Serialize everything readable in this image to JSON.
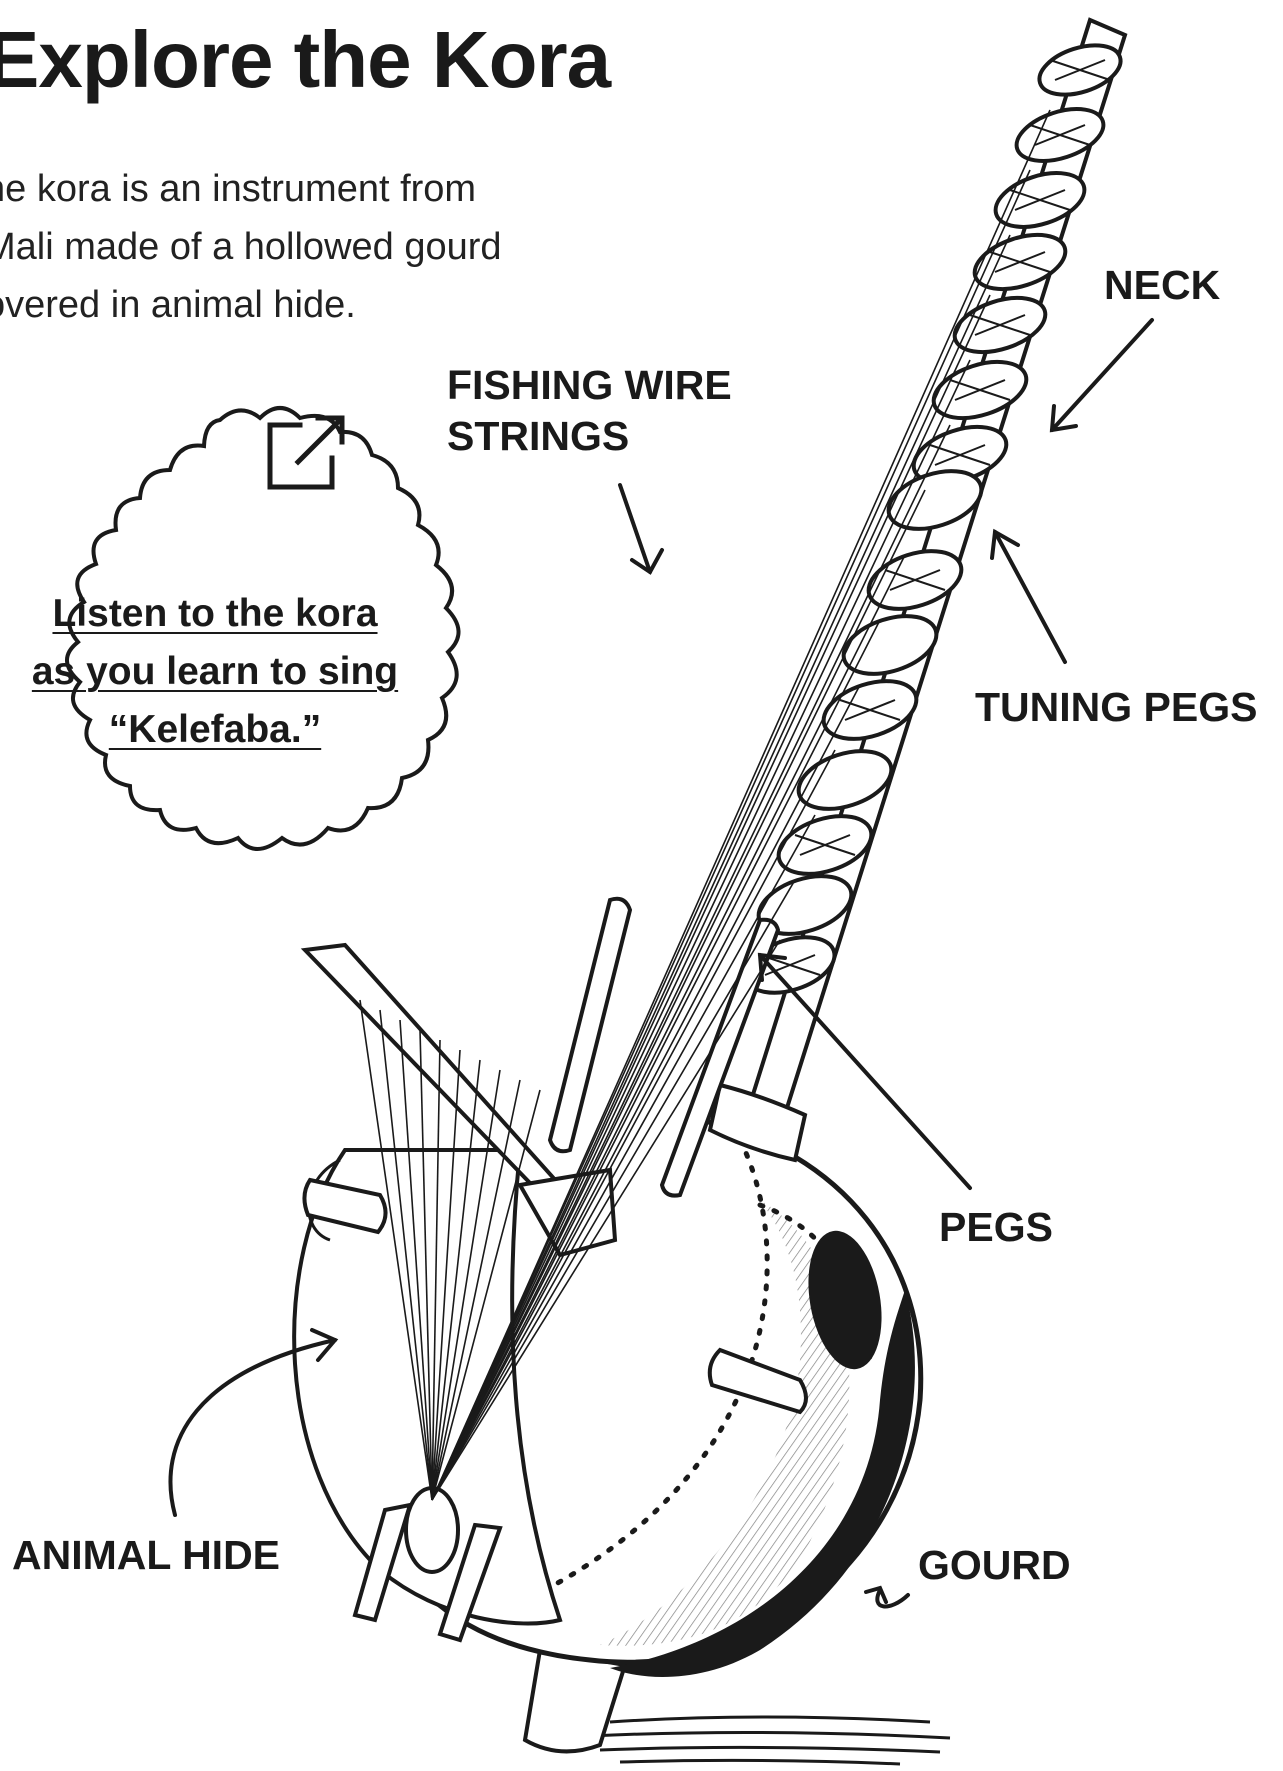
{
  "page": {
    "title": "Explore the Kora",
    "intro_lines": [
      "he kora is an instrument from",
      "Mali made of a hollowed gourd",
      "overed in animal hide."
    ]
  },
  "callout": {
    "lines": [
      "Listen to the kora",
      "as you learn to sing",
      "“Kelefaba.”"
    ],
    "icon": "external-link-icon"
  },
  "labels": {
    "fishing_wire": [
      "FISHING WIRE",
      "STRINGS"
    ],
    "neck": "NECK",
    "tuning_pegs": "TUNING PEGS",
    "pegs": "PEGS",
    "animal_hide": "ANIMAL HIDE",
    "gourd": "GOURD"
  },
  "colors": {
    "ink": "#1a1a1a",
    "paper": "#ffffff"
  }
}
